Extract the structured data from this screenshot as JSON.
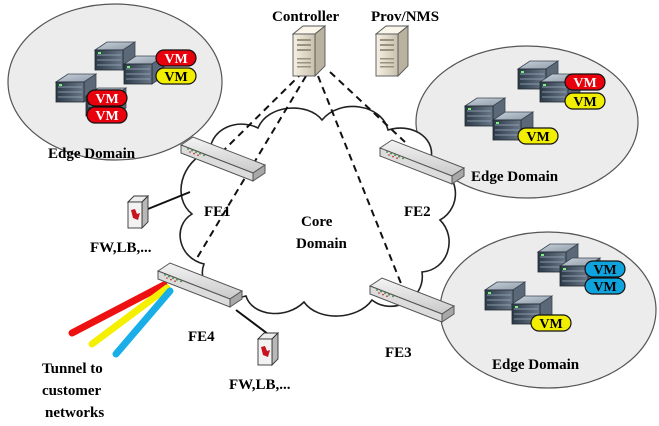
{
  "labels": {
    "controller": "Controller",
    "prov_nms": "Prov/NMS",
    "core_line1": "Core",
    "core_line2": "Domain",
    "edge_domain_top_left": "Edge Domain",
    "edge_domain_right_top": "Edge Domain",
    "edge_domain_right_bottom": "Edge Domain",
    "fe1": "FE1",
    "fe2": "FE2",
    "fe3": "FE3",
    "fe4": "FE4",
    "fw_lb_top": "FW,LB,...",
    "fw_lb_bottom": "FW,LB,...",
    "tunnel_line1": "Tunnel to",
    "tunnel_line2": "customer",
    "tunnel_line3": "networks"
  },
  "vm_label": "VM",
  "vms": {
    "top_left": [
      "red",
      "yellow",
      "red",
      "red"
    ],
    "right_top": [
      "red",
      "yellow",
      "yellow"
    ],
    "right_bottom": [
      "blue",
      "blue",
      "yellow"
    ]
  },
  "colors": {
    "red": "#e8000d",
    "yellow": "#f2ee00",
    "blue": "#0fa3dd",
    "domain_fill": "#ececec",
    "tunnel_red": "#ee1111",
    "tunnel_yellow": "#f4f000",
    "tunnel_blue": "#19aee8"
  }
}
